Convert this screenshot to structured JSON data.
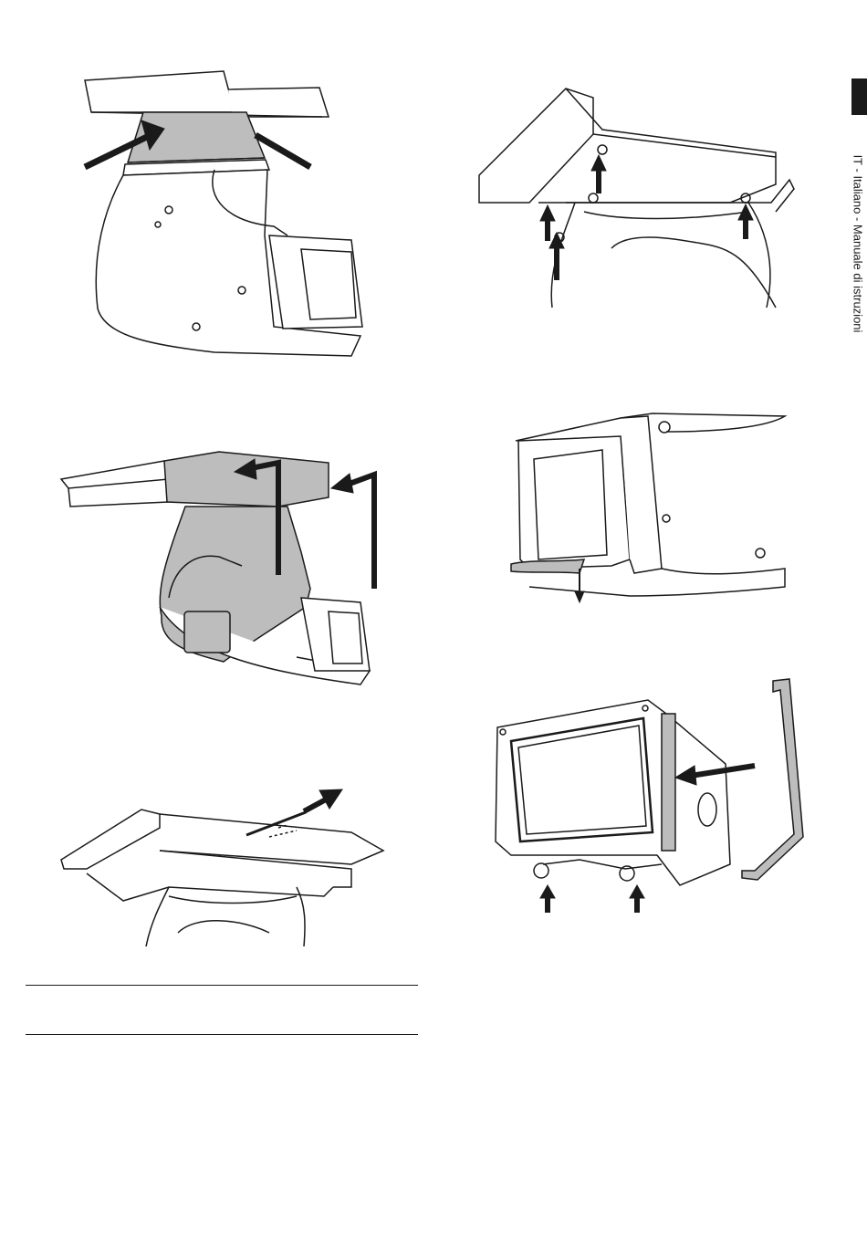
{
  "sidebar": {
    "language_label": "IT - Italiano - Manuale di istruzioni"
  },
  "figures": [
    {
      "id": "fig-1",
      "name": "housing-removal-arrows"
    },
    {
      "id": "fig-2",
      "name": "ceiling-plate-screws-up"
    },
    {
      "id": "fig-3",
      "name": "housing-lifted-arrows"
    },
    {
      "id": "fig-4",
      "name": "window-cable-down"
    },
    {
      "id": "fig-5",
      "name": "rod-insertion"
    },
    {
      "id": "fig-6",
      "name": "bracket-attachment"
    }
  ],
  "colors": {
    "ink": "#1a1a1a",
    "shade": "#bdbdbd",
    "paper": "#ffffff"
  }
}
